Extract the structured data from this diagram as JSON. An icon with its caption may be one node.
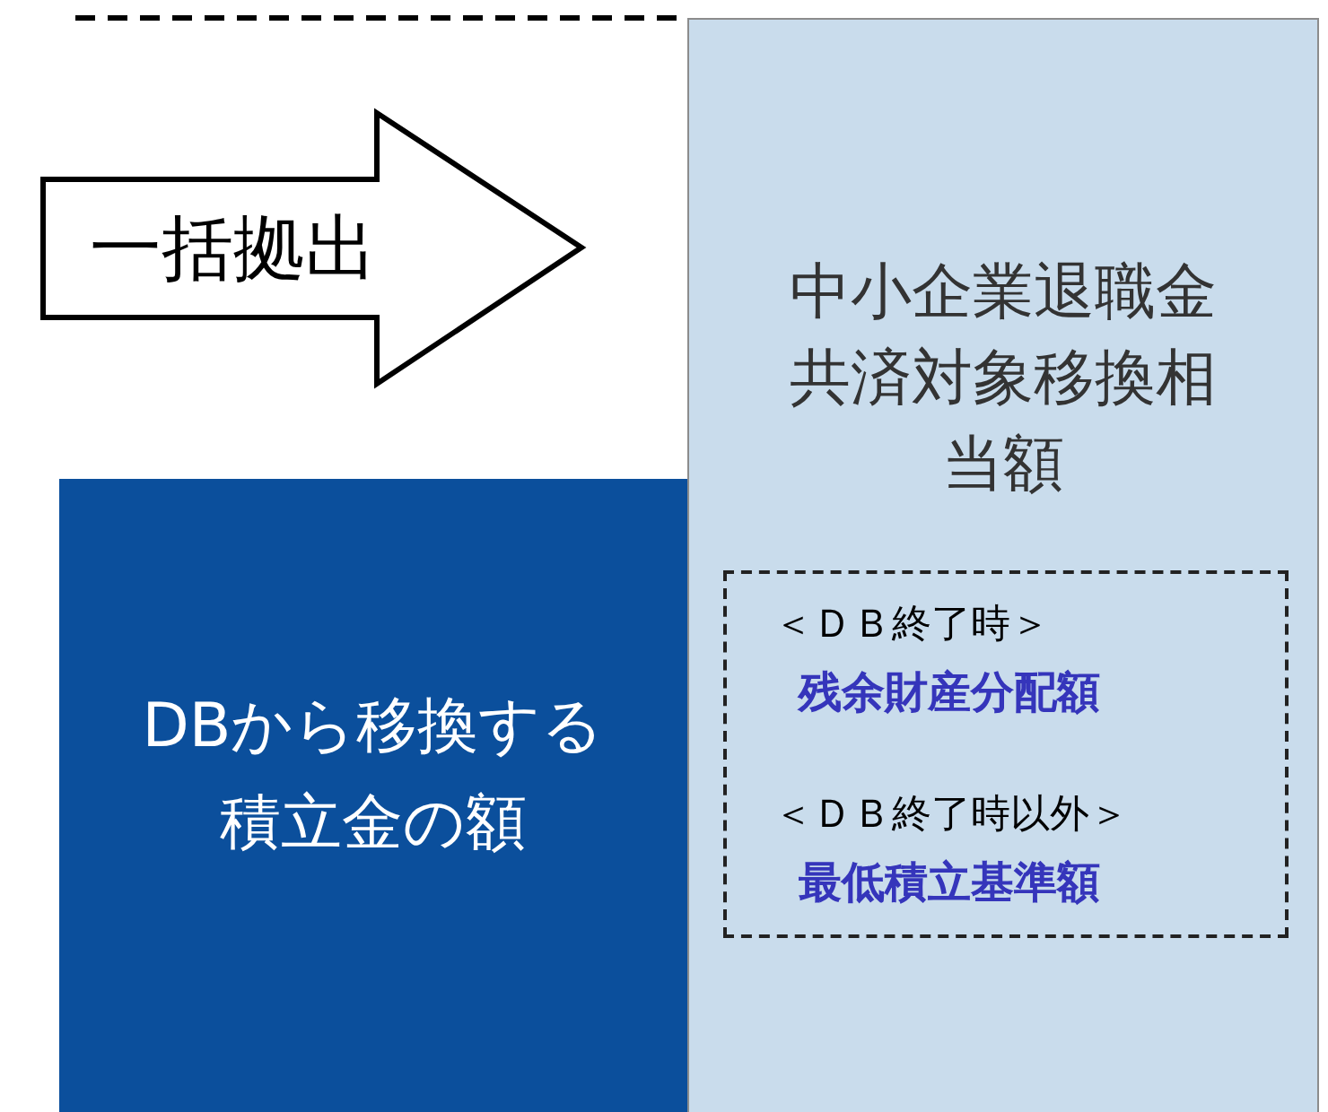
{
  "diagram": {
    "nodes": [
      {
        "text": [
          "一括拠出"
        ]
      },
      {
        "text": [
          "DBから移換する積立金の額"
        ]
      },
      {
        "text": [
          "中小企業退職金共済対象移換相当額"
        ]
      },
      {
        "text": [
          "＜ＤＢ終了時＞",
          "残余財産分配額",
          "＜ＤＢ終了時以外＞",
          "最低積立基準額"
        ],
        "in": 2
      }
    ]
  }
}
